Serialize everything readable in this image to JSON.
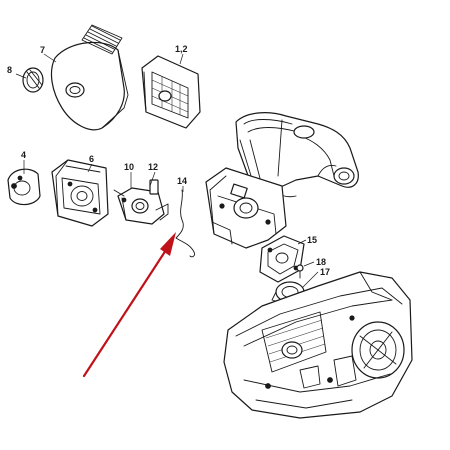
{
  "callouts": {
    "c8": "8",
    "c7": "7",
    "c12a": "1,2",
    "c4": "4",
    "c6": "6",
    "c10": "10",
    "c12": "12",
    "c14": "14",
    "c15": "15",
    "c18": "18",
    "c17": "17"
  },
  "colors": {
    "arrow": "#c0121a",
    "line": "#1a1a1a"
  }
}
